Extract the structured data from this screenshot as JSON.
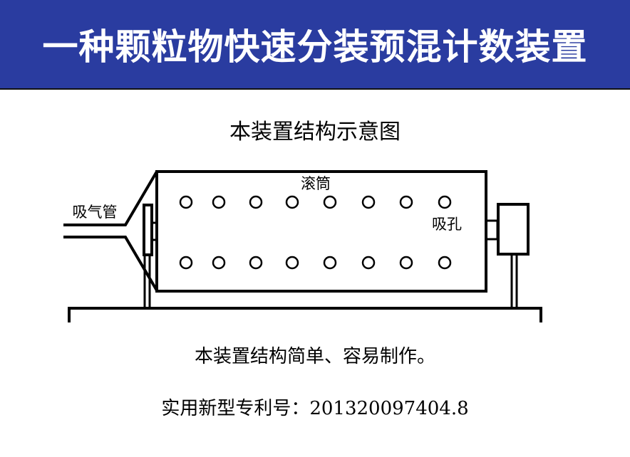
{
  "header": {
    "title": "一种颗粒物快速分装预混计数装置"
  },
  "diagram": {
    "title": "本装置结构示意图",
    "labels": {
      "drum": "滚筒",
      "suction_holes": "吸孔",
      "air_pipe": "吸气管"
    },
    "hole_rows": 2,
    "holes_per_row": 8
  },
  "captions": {
    "description": "本装置结构简单、容易制作。",
    "patent": "实用新型专利号：201320097404.8"
  }
}
